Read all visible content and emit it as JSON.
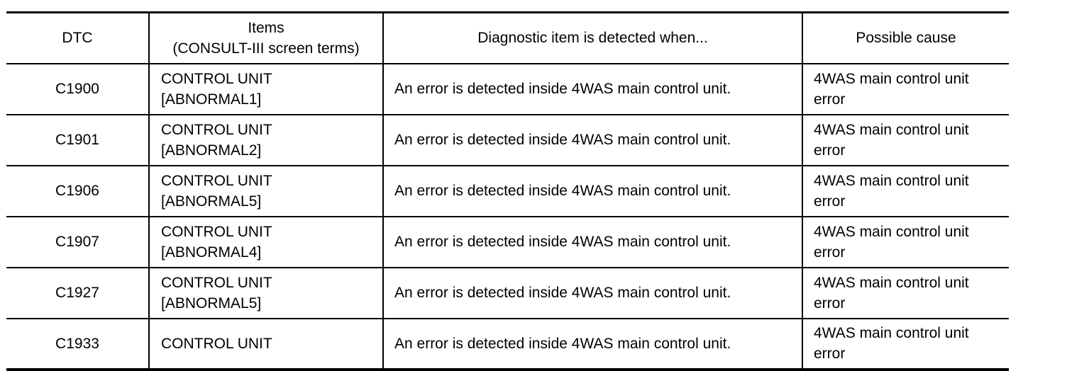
{
  "table": {
    "headers": {
      "dtc": "DTC",
      "items_line1": "Items",
      "items_line2": "(CONSULT-III screen terms)",
      "condition": "Diagnostic item is detected when...",
      "cause": "Possible cause"
    },
    "rows": [
      {
        "dtc": "C1900",
        "item_line1": "CONTROL UNIT",
        "item_line2": "[ABNORMAL1]",
        "condition": "An error is detected inside 4WAS main control unit.",
        "cause_line1": "4WAS main control unit",
        "cause_line2": "error"
      },
      {
        "dtc": "C1901",
        "item_line1": "CONTROL UNIT",
        "item_line2": "[ABNORMAL2]",
        "condition": "An error is detected inside 4WAS main control unit.",
        "cause_line1": "4WAS main control unit",
        "cause_line2": "error"
      },
      {
        "dtc": "C1906",
        "item_line1": "CONTROL UNIT",
        "item_line2": "[ABNORMAL5]",
        "condition": "An error is detected inside 4WAS main control unit.",
        "cause_line1": "4WAS main control unit",
        "cause_line2": "error"
      },
      {
        "dtc": "C1907",
        "item_line1": "CONTROL UNIT",
        "item_line2": "[ABNORMAL4]",
        "condition": "An error is detected inside 4WAS main control unit.",
        "cause_line1": "4WAS main control unit",
        "cause_line2": "error"
      },
      {
        "dtc": "C1927",
        "item_line1": "CONTROL UNIT",
        "item_line2": "[ABNORMAL5]",
        "condition": "An error is detected inside 4WAS main control unit.",
        "cause_line1": "4WAS main control unit",
        "cause_line2": "error"
      },
      {
        "dtc": "C1933",
        "item_line1": "CONTROL UNIT",
        "item_line2": "",
        "condition": "An error is detected inside 4WAS main control unit.",
        "cause_line1": "4WAS main control unit",
        "cause_line2": "error"
      }
    ]
  }
}
